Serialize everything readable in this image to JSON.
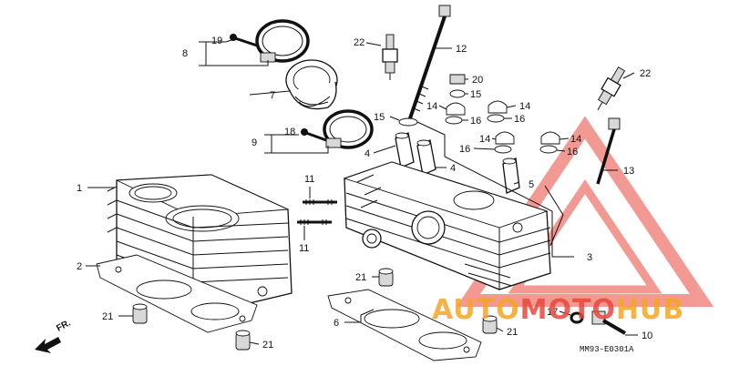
{
  "labels": {
    "l1": "1",
    "l2": "2",
    "l3": "3",
    "l4a": "4",
    "l4b": "4",
    "l5": "5",
    "l6": "6",
    "l7": "7",
    "l8": "8",
    "l9": "9",
    "l10": "10",
    "l11a": "11",
    "l11b": "11",
    "l12": "12",
    "l13": "13",
    "l14a": "14",
    "l14b": "14",
    "l14c": "14",
    "l14d": "14",
    "l15a": "15",
    "l15b": "15",
    "l16a": "16",
    "l16b": "16",
    "l16c": "16",
    "l16d": "16",
    "l17": "17",
    "l18": "18",
    "l19": "19",
    "l20": "20",
    "l21a": "21",
    "l21b": "21",
    "l21c": "21",
    "l21d": "21",
    "l22a": "22",
    "l22b": "22"
  },
  "front_marker": "FR.",
  "diagram_code": "MM93-E0301A",
  "watermark": {
    "part1": "AUTO",
    "part2": "MOTO",
    "part3": "HUB",
    "color_orange": "#f5a623",
    "color_red": "#e8473c"
  }
}
